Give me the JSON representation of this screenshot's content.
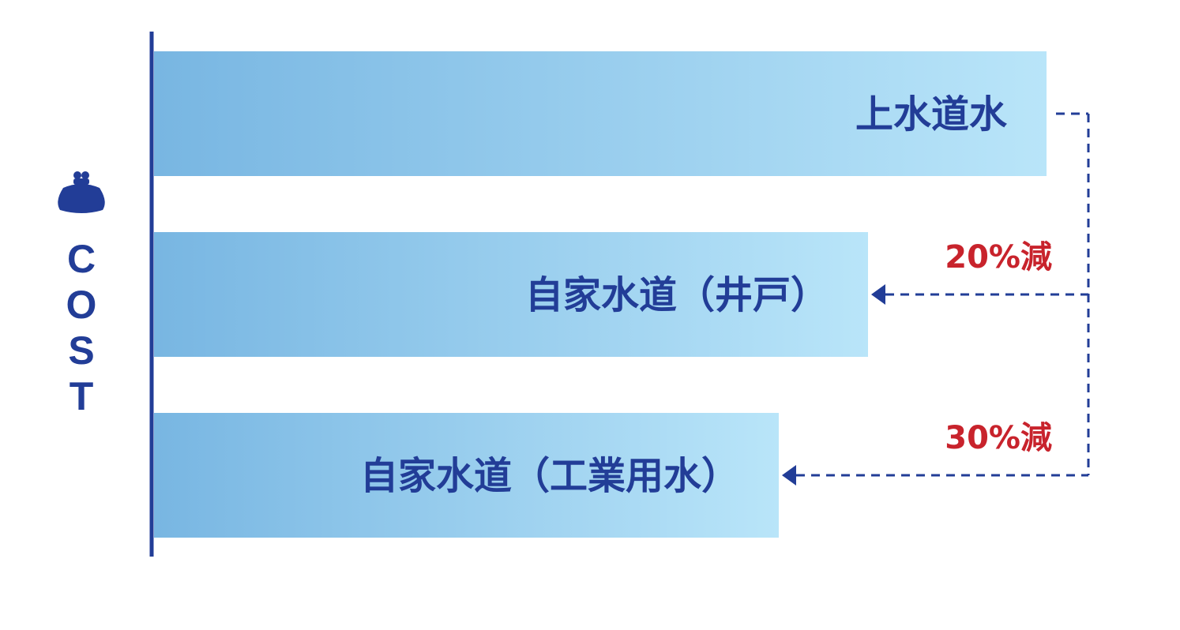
{
  "chart_data": {
    "type": "bar",
    "orientation": "horizontal",
    "axis_label": "COST",
    "categories": [
      "上水道水",
      "自家水道（井戸）",
      "自家水道（工業用水）"
    ],
    "values": [
      100,
      80,
      70
    ],
    "annotations": [
      {
        "from": "上水道水",
        "to": "自家水道（井戸）",
        "label": "20%減"
      },
      {
        "from": "上水道水",
        "to": "自家水道（工業用水）",
        "label": "30%減"
      }
    ],
    "colors": {
      "bar_gradient_start": "#78b6e2",
      "bar_gradient_end": "#b9e5f9",
      "text": "#223d97",
      "axis": "#223d97",
      "annotation": "#c8232c",
      "arrow": "#223d97"
    },
    "icon": "coin-purse-icon"
  }
}
